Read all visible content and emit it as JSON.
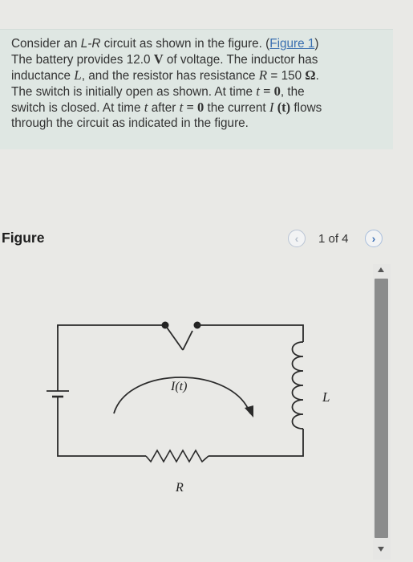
{
  "problem": {
    "line1_pre": "Consider an ",
    "line1_circuit": "L-R",
    "line1_mid": " circuit as shown in the figure. (",
    "figure_link": "Figure 1",
    "line1_end": ")",
    "battery_pre": "The battery provides 12.0 ",
    "voltage_unit": "V",
    "battery_post": " of voltage. The inductor has",
    "inductance_pre": "inductance ",
    "inductance_symbol": "L",
    "inductance_post": ", and the resistor has resistance ",
    "resistance_symbol": "R",
    "resistance_value": " = 150 ",
    "ohm_symbol": "Ω",
    "resistance_end": ".",
    "switch_pre": "The switch is initially open as shown. At time ",
    "time_symbol": "t",
    "time_zero": " = 0",
    "switch_post": ", the",
    "closed_pre": "switch is closed. At time ",
    "time_symbol_2": "t",
    "after_text": " after ",
    "time_symbol_3": "t",
    "time_zero_2": " = 0",
    "current_pre": " the current ",
    "current_symbol": "I",
    "current_arg": " (t)",
    "current_post": " flows",
    "last_line": "through the circuit as indicated in the figure."
  },
  "figure": {
    "title": "Figure",
    "page_indicator": "1 of 4",
    "prev_icon": "chevron-left",
    "next_icon": "chevron-right"
  },
  "circuit": {
    "current_label": "I(t)",
    "inductor_label": "L",
    "resistor_label": "R"
  },
  "colors": {
    "link": "#3a6fb0",
    "panel_background": "#dfe7e3",
    "next_button": "#3d6fb5"
  }
}
